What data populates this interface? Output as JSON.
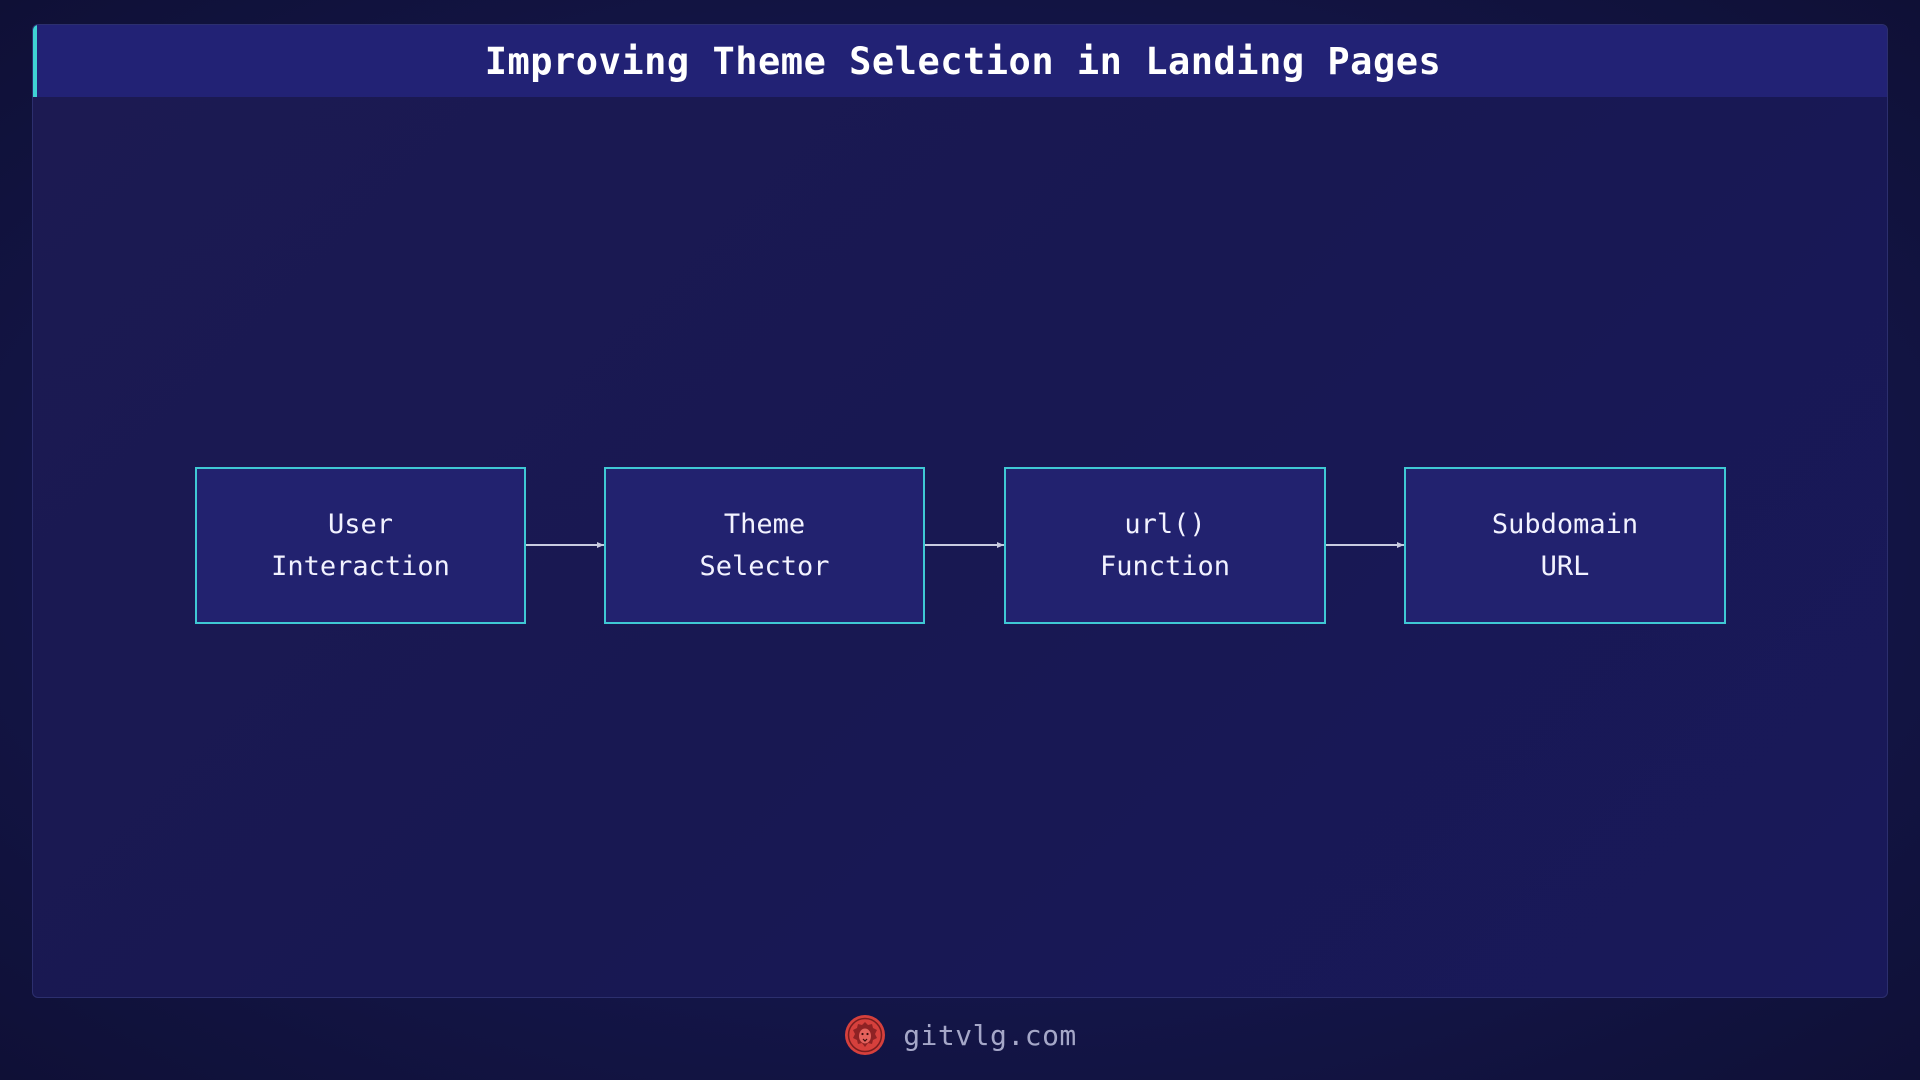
{
  "header": {
    "title": "Improving Theme Selection in Landing Pages"
  },
  "diagram": {
    "nodes": [
      {
        "line1": "User",
        "line2": "Interaction"
      },
      {
        "line1": "Theme",
        "line2": "Selector"
      },
      {
        "line1": "url()",
        "line2": "Function"
      },
      {
        "line1": "Subdomain",
        "line2": "URL"
      }
    ],
    "edges": [
      {
        "from": "User Interaction",
        "to": "Theme Selector"
      },
      {
        "from": "Theme Selector",
        "to": "url() Function"
      },
      {
        "from": "url() Function",
        "to": "Subdomain URL"
      }
    ]
  },
  "footer": {
    "site": "gitvlg.com",
    "logo_icon": "lion-head-icon"
  },
  "colors": {
    "background": "#11123a",
    "panel": "#1a1a55",
    "header": "#222275",
    "accent": "#3fd2d4",
    "node_fill": "#22226f",
    "node_border": "#3fc8d4",
    "arrow": "#c8cbe0",
    "logo": "#d6403c"
  }
}
